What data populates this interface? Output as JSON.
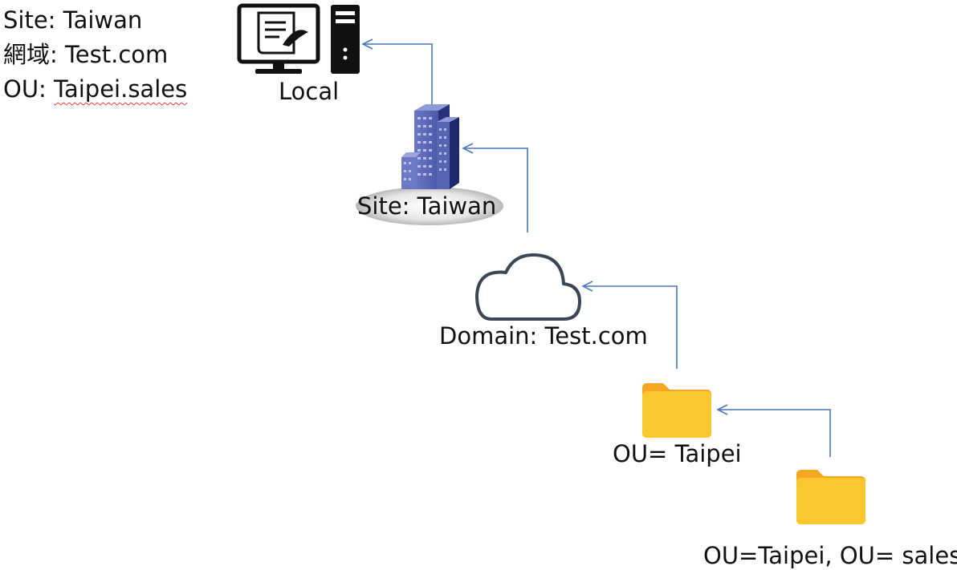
{
  "info": {
    "site": "Site: Taiwan",
    "domain": "網域: Test.com",
    "ou_prefix": "OU: ",
    "ou_value": "Taipei.sales"
  },
  "nodes": {
    "local": {
      "label": "Local",
      "icon": "computer-server-icon"
    },
    "site": {
      "label": "Site: Taiwan",
      "icon": "office-building-icon"
    },
    "domain": {
      "label": "Domain: Test.com",
      "icon": "cloud-icon"
    },
    "ou_taipei": {
      "label": "OU= Taipei",
      "icon": "folder-icon"
    },
    "ou_sales": {
      "label": "OU=Taipei, OU= sales",
      "icon": "folder-icon"
    }
  },
  "colors": {
    "arrow": "#4a78b8",
    "folder": "#fcc72c",
    "folder_tab": "#f5a623",
    "building": "#3b4a9c",
    "cloud_stroke": "#3c4654",
    "spell_underline": "#e53935"
  }
}
